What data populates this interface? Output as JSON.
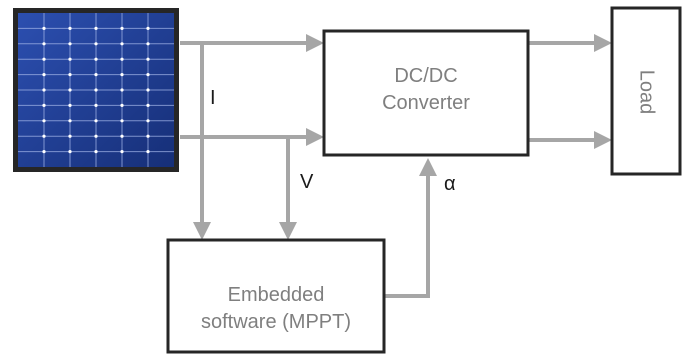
{
  "blocks": {
    "converter": {
      "line1": "DC/DC",
      "line2": "Converter"
    },
    "load": {
      "label": "Load"
    },
    "mppt": {
      "line1": "Embedded",
      "line2": "software (MPPT)"
    }
  },
  "signals": {
    "current": "I",
    "voltage": "V",
    "duty_cycle": "α"
  },
  "colors": {
    "wire": "#a6a6a6",
    "box_border": "#262626",
    "box_text": "#7f7f7f",
    "signal_text": "#1a1a1a",
    "panel_cell": "#1d3a8a",
    "panel_frame": "#262626"
  }
}
